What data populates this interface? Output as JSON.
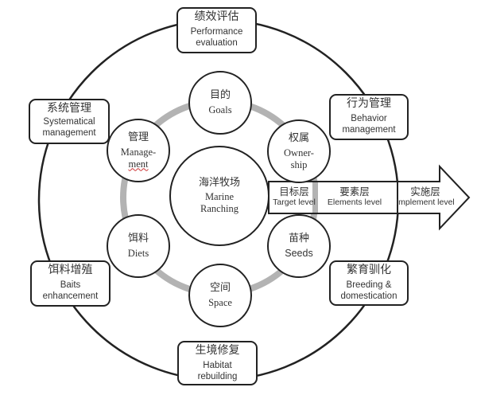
{
  "diagram": {
    "colors": {
      "line": "#222222",
      "ring": "#b3b3b3",
      "background": "#ffffff"
    },
    "center": {
      "zh": "海洋牧场",
      "en1": "Marine",
      "en2": "Ranching"
    },
    "elements": {
      "goals": {
        "zh": "目的",
        "en": "Goals"
      },
      "ownership": {
        "zh": "权属",
        "en1": "Owner-",
        "en2": "ship"
      },
      "seeds": {
        "zh": "苗种",
        "en": "Seeds"
      },
      "space": {
        "zh": "空间",
        "en": "Space"
      },
      "diets": {
        "zh": "饵料",
        "en": "Diets"
      },
      "management": {
        "zh": "管理",
        "en1": "Manage-",
        "en2": "ment"
      }
    },
    "implementations": {
      "performance": {
        "zh": "绩效评估",
        "en1": "Performance",
        "en2": "evaluation"
      },
      "behavior": {
        "zh": "行为管理",
        "en1": "Behavior",
        "en2": "management"
      },
      "breeding": {
        "zh": "繁育驯化",
        "en1": "Breeding &",
        "en2": "domestication"
      },
      "habitat": {
        "zh": "生境修复",
        "en1": "Habitat",
        "en2": "rebuilding"
      },
      "baits": {
        "zh": "饵料增殖",
        "en1": "Baits",
        "en2": "enhancement"
      },
      "systematical": {
        "zh": "系统管理",
        "en1": "Systematical",
        "en2": "management"
      }
    },
    "arrow": {
      "target": {
        "zh": "目标层",
        "en": "Target level"
      },
      "elements": {
        "zh": "要素层",
        "en": "Elements level"
      },
      "implement": {
        "zh": "实施层",
        "en": "Implement level"
      }
    }
  }
}
